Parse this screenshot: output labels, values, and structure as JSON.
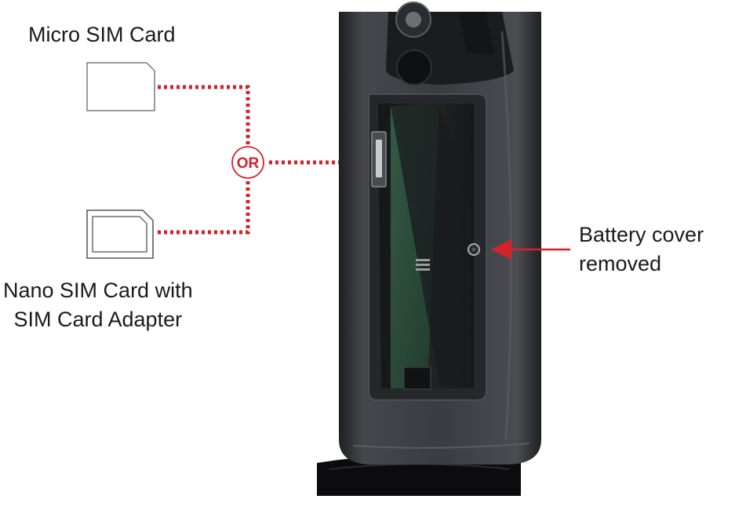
{
  "labels": {
    "micro_sim": "Micro SIM Card",
    "nano_sim_line1": "Nano SIM Card with",
    "nano_sim_line2": "SIM Card Adapter",
    "battery_line1": "Battery cover",
    "battery_line2": "removed",
    "or": "OR"
  },
  "colors": {
    "accent_red": "#d3222a",
    "card_outline": "#7a7a7a",
    "device_body": "#3a3c40",
    "device_dark": "#1c1d20",
    "pcb_green": "#2e4a3a"
  }
}
